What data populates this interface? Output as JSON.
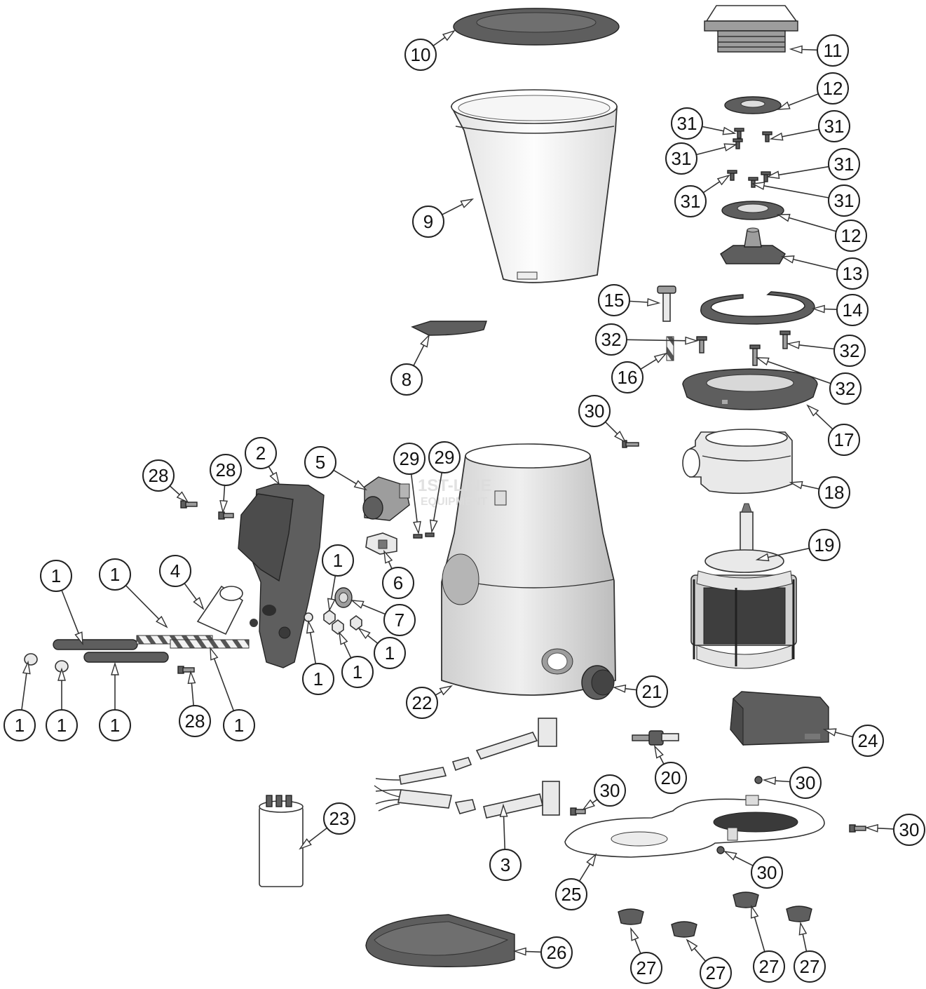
{
  "diagram": {
    "type": "exploded-parts-diagram",
    "watermark": {
      "line1": "1ST-LINE",
      "line2": "EQUIPMENT"
    },
    "callouts": [
      {
        "label": "10"
      },
      {
        "label": "11"
      },
      {
        "label": "12"
      },
      {
        "label": "12"
      },
      {
        "label": "31"
      },
      {
        "label": "31"
      },
      {
        "label": "31"
      },
      {
        "label": "31"
      },
      {
        "label": "31"
      },
      {
        "label": "31"
      },
      {
        "label": "9"
      },
      {
        "label": "13"
      },
      {
        "label": "15"
      },
      {
        "label": "14"
      },
      {
        "label": "32"
      },
      {
        "label": "32"
      },
      {
        "label": "32"
      },
      {
        "label": "16"
      },
      {
        "label": "8"
      },
      {
        "label": "17"
      },
      {
        "label": "30"
      },
      {
        "label": "18"
      },
      {
        "label": "2"
      },
      {
        "label": "5"
      },
      {
        "label": "29"
      },
      {
        "label": "29"
      },
      {
        "label": "28"
      },
      {
        "label": "28"
      },
      {
        "label": "19"
      },
      {
        "label": "6"
      },
      {
        "label": "1"
      },
      {
        "label": "1"
      },
      {
        "label": "1"
      },
      {
        "label": "4"
      },
      {
        "label": "7"
      },
      {
        "label": "1"
      },
      {
        "label": "1"
      },
      {
        "label": "1"
      },
      {
        "label": "1"
      },
      {
        "label": "1"
      },
      {
        "label": "1"
      },
      {
        "label": "1"
      },
      {
        "label": "28"
      },
      {
        "label": "22"
      },
      {
        "label": "21"
      },
      {
        "label": "24"
      },
      {
        "label": "20"
      },
      {
        "label": "30"
      },
      {
        "label": "30"
      },
      {
        "label": "23"
      },
      {
        "label": "3"
      },
      {
        "label": "30"
      },
      {
        "label": "30"
      },
      {
        "label": "25"
      },
      {
        "label": "26"
      },
      {
        "label": "27"
      },
      {
        "label": "27"
      },
      {
        "label": "27"
      },
      {
        "label": "27"
      }
    ]
  }
}
